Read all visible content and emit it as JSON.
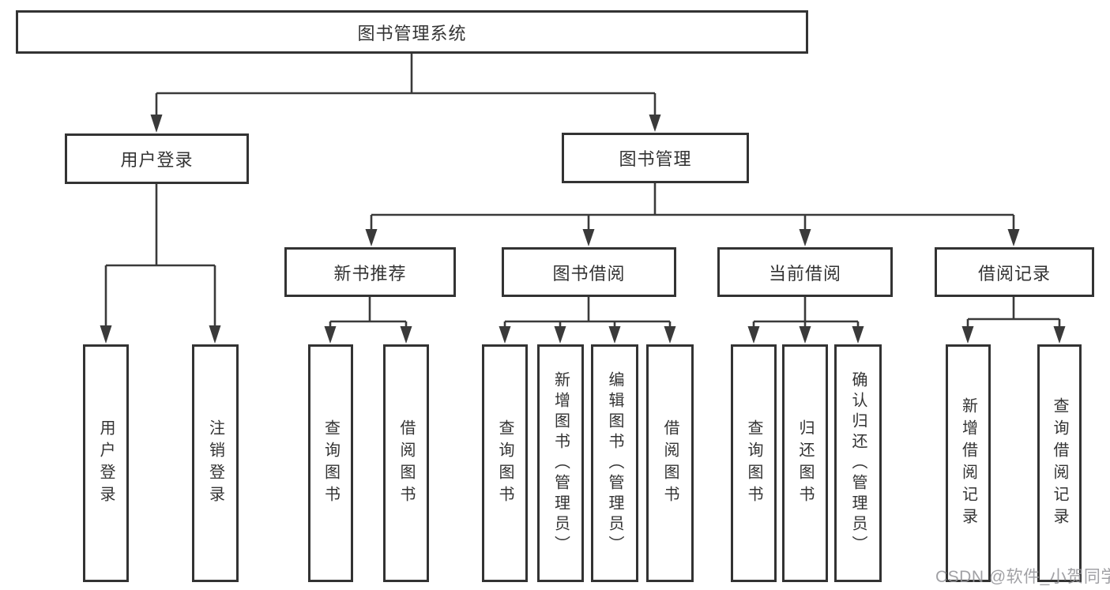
{
  "diagram": {
    "type": "tree",
    "background": "#ffffff",
    "colors": {
      "line": "#3a3a3a",
      "box_border": "#333333",
      "text": "#333333",
      "watermark": "#949498"
    },
    "watermark": {
      "text": "CSDN @软件_小贺同学"
    },
    "tree": {
      "label": "图书管理系统",
      "children": [
        {
          "label": "用户登录",
          "children": [
            {
              "label": "用户登录"
            },
            {
              "label": "注销登录"
            }
          ]
        },
        {
          "label": "图书管理",
          "children": [
            {
              "label": "新书推荐",
              "children": [
                {
                  "label": "查询图书"
                },
                {
                  "label": "借阅图书"
                }
              ]
            },
            {
              "label": "图书借阅",
              "children": [
                {
                  "label": "查询图书"
                },
                {
                  "label": "新增图书（管理员）"
                },
                {
                  "label": "编辑图书（管理员）"
                },
                {
                  "label": "借阅图书"
                }
              ]
            },
            {
              "label": "当前借阅",
              "children": [
                {
                  "label": "查询图书"
                },
                {
                  "label": "归还图书"
                },
                {
                  "label": "确认归还（管理员）"
                }
              ]
            },
            {
              "label": "借阅记录",
              "children": [
                {
                  "label": "新增借阅记录"
                },
                {
                  "label": "查询借阅记录"
                }
              ]
            }
          ]
        }
      ]
    }
  }
}
